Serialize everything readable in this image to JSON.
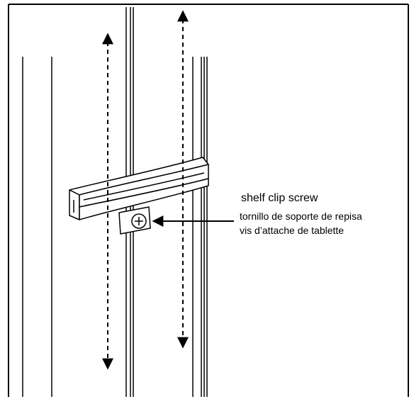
{
  "diagram": {
    "labels": {
      "main": "shelf clip screw",
      "spanish": "tornillo de soporte de repisa",
      "french": "vis d’attache de tablette"
    },
    "colors": {
      "stroke": "#000000",
      "background": "#ffffff",
      "clip_fill": "#ffffff"
    },
    "icons": [
      "double-arrow-icon",
      "screw-icon",
      "callout-arrow-icon"
    ]
  }
}
